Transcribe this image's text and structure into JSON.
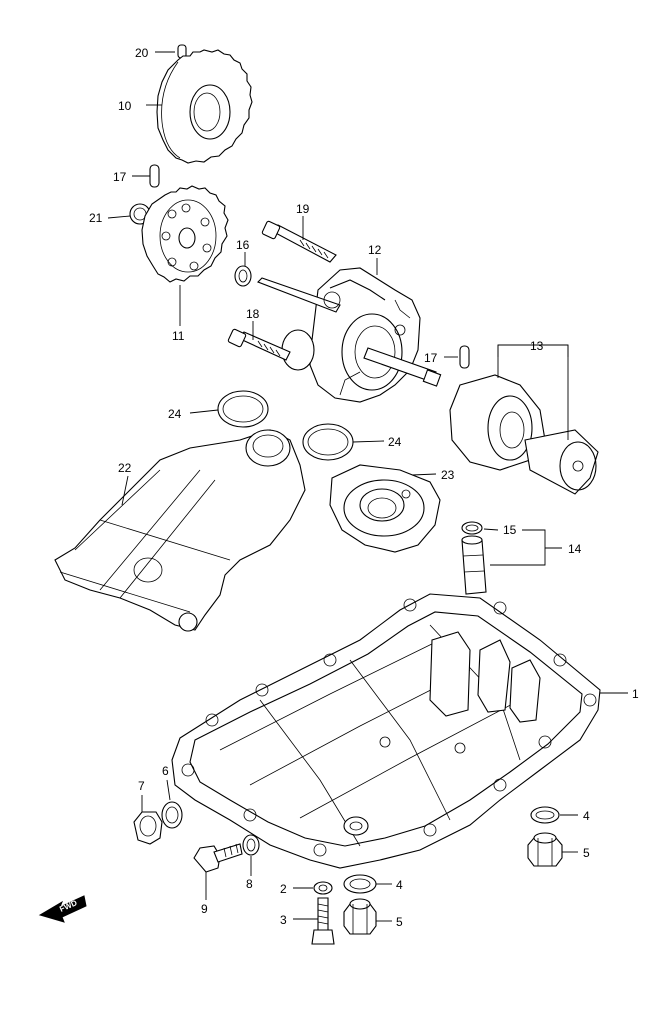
{
  "callouts": [
    {
      "id": "c20",
      "label": "20"
    },
    {
      "id": "c10",
      "label": "10"
    },
    {
      "id": "c17a",
      "label": "17"
    },
    {
      "id": "c21",
      "label": "21"
    },
    {
      "id": "c11",
      "label": "11"
    },
    {
      "id": "c19",
      "label": "19"
    },
    {
      "id": "c16",
      "label": "16"
    },
    {
      "id": "c12",
      "label": "12"
    },
    {
      "id": "c18",
      "label": "18"
    },
    {
      "id": "c17b",
      "label": "17"
    },
    {
      "id": "c13",
      "label": "13"
    },
    {
      "id": "c24a",
      "label": "24"
    },
    {
      "id": "c24b",
      "label": "24"
    },
    {
      "id": "c22",
      "label": "22"
    },
    {
      "id": "c23",
      "label": "23"
    },
    {
      "id": "c15",
      "label": "15"
    },
    {
      "id": "c14",
      "label": "14"
    },
    {
      "id": "c1",
      "label": "1"
    },
    {
      "id": "c7",
      "label": "7"
    },
    {
      "id": "c6",
      "label": "6"
    },
    {
      "id": "c4a",
      "label": "4"
    },
    {
      "id": "c5a",
      "label": "5"
    },
    {
      "id": "c8",
      "label": "8"
    },
    {
      "id": "c9",
      "label": "9"
    },
    {
      "id": "c2",
      "label": "2"
    },
    {
      "id": "c4b",
      "label": "4"
    },
    {
      "id": "c3",
      "label": "3"
    },
    {
      "id": "c5b",
      "label": "5"
    }
  ],
  "fwd_label": "FWD"
}
